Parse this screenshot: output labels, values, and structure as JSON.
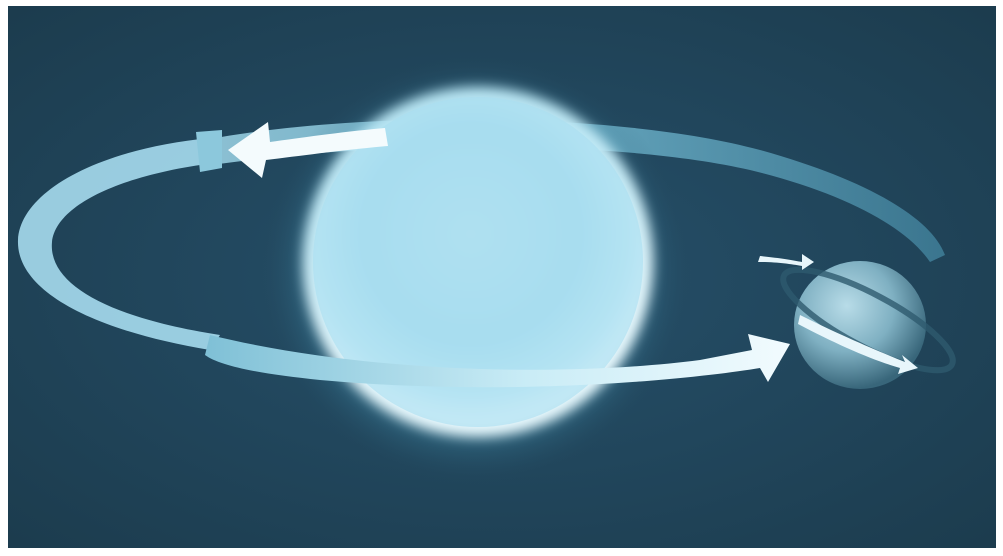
{
  "scene": {
    "subject": "star-with-orbiting-planet",
    "elements": [
      "glowing-star",
      "orbit-band",
      "orbit-direction-arrow-back",
      "orbit-direction-arrow-front",
      "planet",
      "planet-spin-ring",
      "planet-spin-arrow"
    ]
  },
  "colors": {
    "frame": "#ffffff",
    "background": "#22465a",
    "background_edge": "#1a3a4c",
    "star_core": "#c9ecf6",
    "star_glow": "#6fc6e0",
    "orbit_light": "#d8f0f8",
    "orbit_dark": "#5f9fb6",
    "arrow": "#f4fbfd",
    "planet_light": "#a8cfdc",
    "planet_dark": "#3c6c80"
  }
}
